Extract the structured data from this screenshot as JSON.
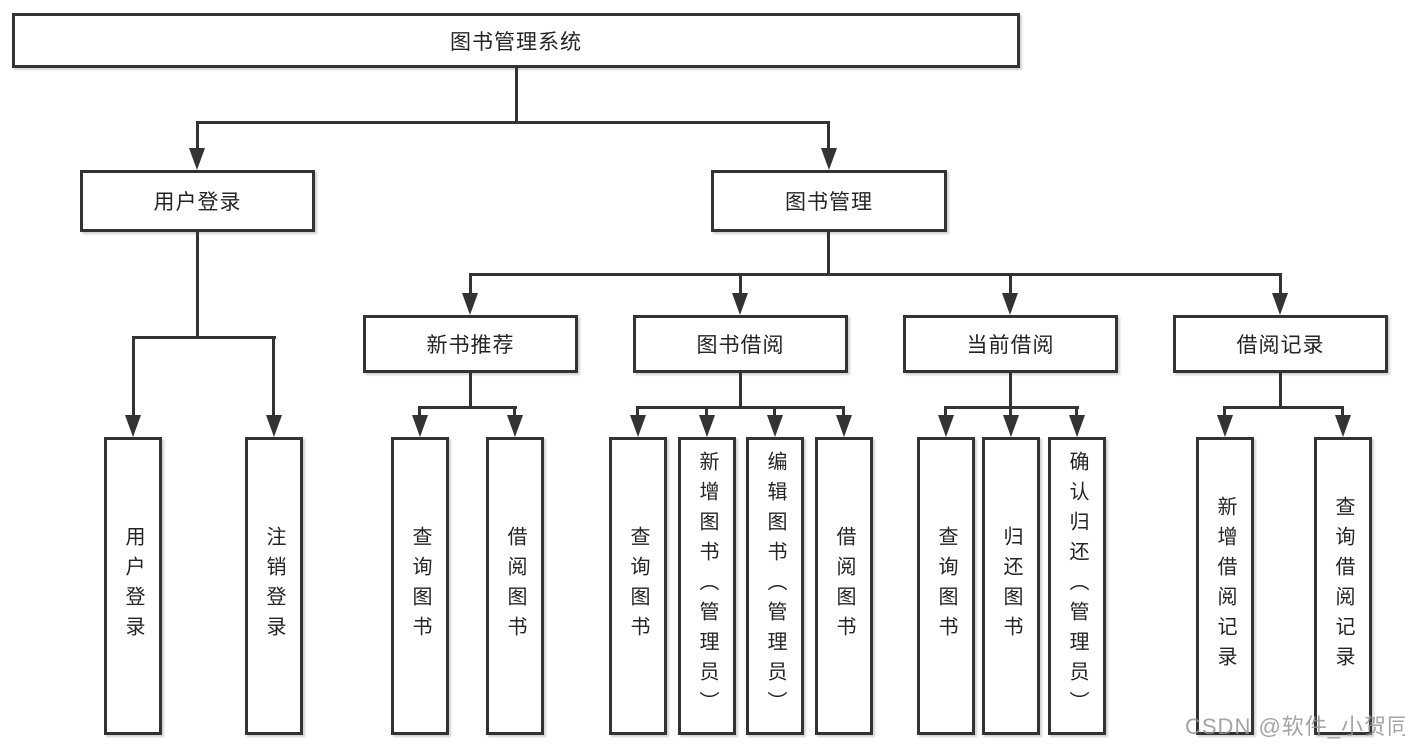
{
  "colors": {
    "line": "#333333",
    "box_border": "#333333",
    "box_background": "#ffffff",
    "text": "#242424",
    "watermark": "#949494"
  },
  "diagram": {
    "root": {
      "label": "图书管理系统"
    },
    "branches": {
      "user_login": {
        "label": "用户登录",
        "children": [
          {
            "label": "用户登录"
          },
          {
            "label": "注销登录"
          }
        ]
      },
      "book_management": {
        "label": "图书管理",
        "sections": {
          "new_book_recommend": {
            "label": "新书推荐",
            "children": [
              {
                "label": "查询图书"
              },
              {
                "label": "借阅图书"
              }
            ]
          },
          "book_borrowing": {
            "label": "图书借阅",
            "children": [
              {
                "label": "查询图书"
              },
              {
                "label": "新增图书（管理员）"
              },
              {
                "label": "编辑图书（管理员）"
              },
              {
                "label": "借阅图书"
              }
            ]
          },
          "current_borrowing": {
            "label": "当前借阅",
            "children": [
              {
                "label": "查询图书"
              },
              {
                "label": "归还图书"
              },
              {
                "label": "确认归还（管理员）"
              }
            ]
          },
          "borrowing_records": {
            "label": "借阅记录",
            "children": [
              {
                "label": "新增借阅记录"
              },
              {
                "label": "查询借阅记录"
              }
            ]
          }
        }
      }
    }
  },
  "watermark": {
    "text": "CSDN @软件_小贺同学"
  }
}
